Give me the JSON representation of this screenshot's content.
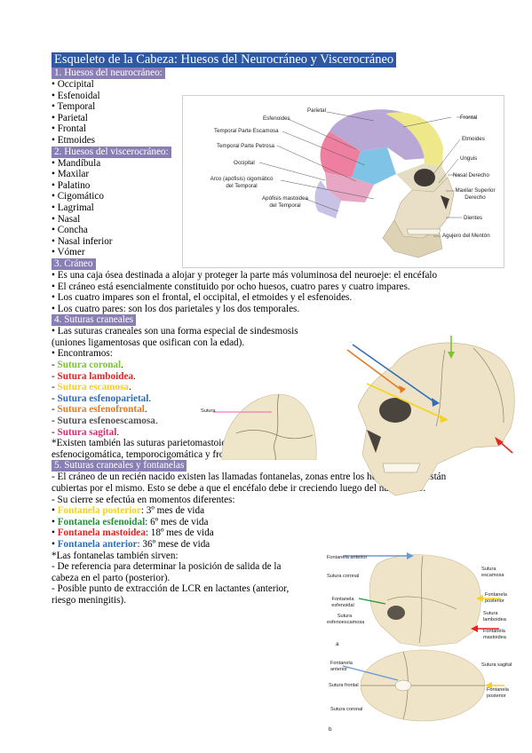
{
  "title": "Esqueleto de la Cabeza: Huesos del Neurocráneo y Viscerocráneo",
  "sections": {
    "neuro": {
      "heading": "1. Huesos del neurocráneo:",
      "items": [
        "• Occipital",
        "• Esfenoidal",
        "• Temporal",
        "• Parietal",
        "• Frontal",
        "• Etmoides"
      ]
    },
    "viscero": {
      "heading": "2. Huesos del viscerocráneo:",
      "items": [
        "• Mandíbula",
        "• Maxilar",
        "• Palatino",
        "• Cigomático",
        "• Lagrimal",
        "• Nasal",
        "• Concha",
        "• Nasal inferior",
        "• Vómer"
      ]
    },
    "craneo": {
      "heading": "3. Cráneo",
      "lines": [
        "• Es una caja ósea destinada a alojar y proteger la parte más voluminosa del neuroeje: el encéfalo",
        "• El cráneo está esencialmente constituido por ocho huesos, cuatro pares y cuatro impares.",
        "• Los cuatro impares son el frontal, el occipital, el etmoides y el esfenoides.",
        "• Los cuatro pares:  son los dos parietales y los dos temporales."
      ]
    },
    "suturas": {
      "heading": "4. Suturas craneales",
      "intro_1": "• Las suturas craneales son una forma especial de sindesmosis",
      "intro_2": "(uniones ligamentosas que osifican con la edad).",
      "intro_3": "• Encontramos:",
      "list": [
        {
          "prefix": "- ",
          "name": "Sutura coronal",
          "suffix": "."
        },
        {
          "prefix": "- ",
          "name": "Sutura lamboidea",
          "suffix": "."
        },
        {
          "prefix": "- ",
          "name": "Sutura escamosa",
          "suffix": "."
        },
        {
          "prefix": "- ",
          "name": "Sutura esfenoparietal",
          "suffix": "."
        },
        {
          "prefix": "- ",
          "name": "Sutura esfenofrontal",
          "suffix": "."
        },
        {
          "prefix": "- ",
          "name": "Sutura esfenoescamosa",
          "suffix": "."
        },
        {
          "prefix": "- ",
          "name": "Sutura sagital",
          "suffix": "."
        }
      ],
      "note_1": "*Existen también las suturas parietomastoidea, occipitomastoidea,",
      "note_2": "esfenocigomática, temporocigomática y frontocigomática."
    },
    "fontanelas": {
      "heading": "5. Suturas craneales y fontanelas",
      "p1": "- El cráneo de un recién nacido existen las llamadas fontanelas, zonas entre los huesos que no están",
      "p2": "cubiertas por el mismo. Esto se debe a que el encéfalo debe ir creciendo luego del nacimiento.",
      "p3": "- Su cierre se efectúa en momentos diferentes:",
      "list": [
        {
          "name": "Fontanela posterior",
          "rest": ": 3º mes de vida"
        },
        {
          "name": "Fontanela esfenoidal",
          "rest": ": 6º mes de vida"
        },
        {
          "name": "Fontanela mastoidea",
          "rest": ": 18º mes de vida"
        },
        {
          "name": "Fontanela anterior",
          "rest": ": 36º mese de vida"
        }
      ],
      "uses_1": "*Las fontanelas también sirven:",
      "uses_2": "- De referencia para determinar la posición de salida de la",
      "uses_3": "cabeza en el parto (posterior).",
      "uses_4": "- Posible punto de extracción de LCR en lactantes (anterior,",
      "uses_5": "riesgo meningitis)."
    }
  },
  "figure_skull": {
    "labels_left": [
      "Parietal",
      "Esfenoides",
      "Temporal Parte Escamosa",
      "Temporal Parte Petrosa",
      "Occipital",
      "Arco (apófisis) cigomático",
      "del Temporal",
      "Apófisis mastoidea",
      "del Temporal"
    ],
    "labels_right": [
      "Frontal",
      "Etmoides",
      "Unguis",
      "Nasal Derecho",
      "Maxilar Superior",
      "Derecho",
      "Dientes",
      "Agujero del Mentón"
    ]
  },
  "figure_suture_top": {
    "label": "Sutura"
  },
  "figure_newborn": {
    "labels_a": [
      "Fontanela anterior",
      "Sutura coronal",
      "Fontanela",
      "esfenoidal",
      "Sutura",
      "esfenoescamosa",
      "Sutura",
      "escamosa",
      "Fontanela",
      "posterior",
      "Sutura",
      "lamboidea",
      "Fontanela",
      "mastoidea"
    ],
    "labels_b": [
      "Fontanela",
      "anterior",
      "Sutura frontal",
      "Sutura coronal",
      "Sutura sagital",
      "Fontanela",
      "posterior"
    ],
    "panel_a": "a",
    "panel_b": "b"
  },
  "colors": {
    "title_bg": "#2e58a4",
    "section_bg": "#8a7fb5",
    "green": "#7dc32c",
    "red": "#e52421",
    "yellow": "#f6d21a",
    "blue": "#2f6db5",
    "orange": "#e8791e",
    "magenta": "#cf2f6f"
  }
}
